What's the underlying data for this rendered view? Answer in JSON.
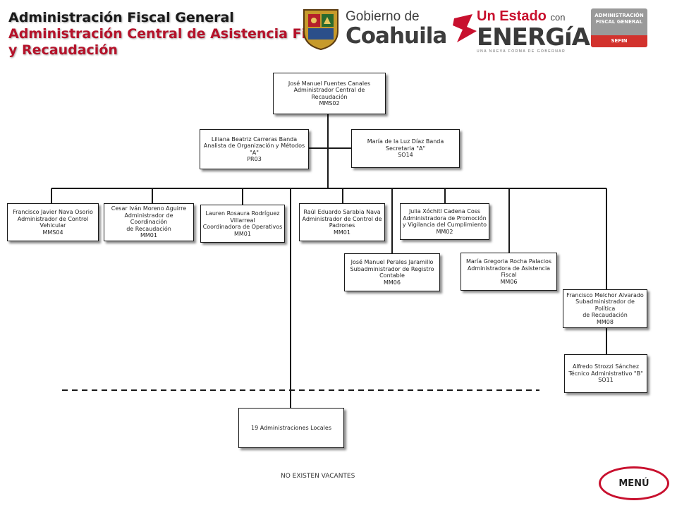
{
  "header": {
    "title_line1": "Administración Fiscal General",
    "title_line2": "Administración Central de Asistencia Fiscal",
    "title_line3": "y Recaudación"
  },
  "logos": {
    "coahuila_small": "Gobierno de",
    "coahuila_big": "Coahuila",
    "energia_top": "Un Estado",
    "energia_con": "con",
    "energia_big": "ENERGíA",
    "energia_tagline": "UNA NUEVA FORMA DE GOBERNAR",
    "sefin_line1": "ADMINISTRACIÓN",
    "sefin_line2": "FISCAL GENERAL",
    "sefin_badge": "SEFIN"
  },
  "nodes": {
    "admin_central": [
      "José Manuel Fuentes Canales",
      "Administrador Central de Recaudación",
      "MMS02"
    ],
    "analista": [
      "Liliana Beatriz Carreras Banda",
      "Analista de Organización y Métodos",
      "\"A\"",
      "PR03"
    ],
    "secretaria": [
      "María de la Luz Díaz Banda",
      "Secretaria \"A\"",
      "SO14"
    ],
    "control_vehicular": [
      "Francisco Javier Nava Osorio",
      "Administrador de Control",
      "Vehicular",
      "MMS04"
    ],
    "coordinacion": [
      "Cesar Iván Moreno Aguirre",
      "Administrador de Coordinación",
      "de Recaudación",
      "MM01"
    ],
    "operativos": [
      "Lauren Rosaura Rodríguez",
      "Villarreal",
      "Coordinadora de Operativos",
      "MM01"
    ],
    "padrones": [
      "Raúl Eduardo Sarabia Nava",
      "Administrador de Control de",
      "Padrones",
      "MM01"
    ],
    "registro_contable": [
      "José Manuel Perales Jaramillo",
      "Subadministrador de Registro",
      "Contable",
      "MM06"
    ],
    "promocion": [
      "Julia Xóchitl Cadena Coss",
      "Administradora de Promoción",
      "y Vigilancia del Cumplimiento",
      "MM02"
    ],
    "asistencia": [
      "María Gregoria Rocha Palacios",
      "Administradora de Asistencia",
      "Fiscal",
      "MM06"
    ],
    "politica": [
      "Francisco Melchor Alvarado",
      "Subadministrador de Política",
      "de Recaudación",
      "MM08"
    ],
    "tecnico": [
      "Alfredo Strozzi Sánchez",
      "Técnico Administrativo \"B\"",
      "SO11"
    ],
    "locales": [
      "19 Administraciones Locales"
    ]
  },
  "footer": {
    "vacantes": "NO EXISTEN VACANTES",
    "menu_label": "MENÚ"
  },
  "colors": {
    "accent_red": "#c8102e",
    "line": "#1a1a1a"
  }
}
